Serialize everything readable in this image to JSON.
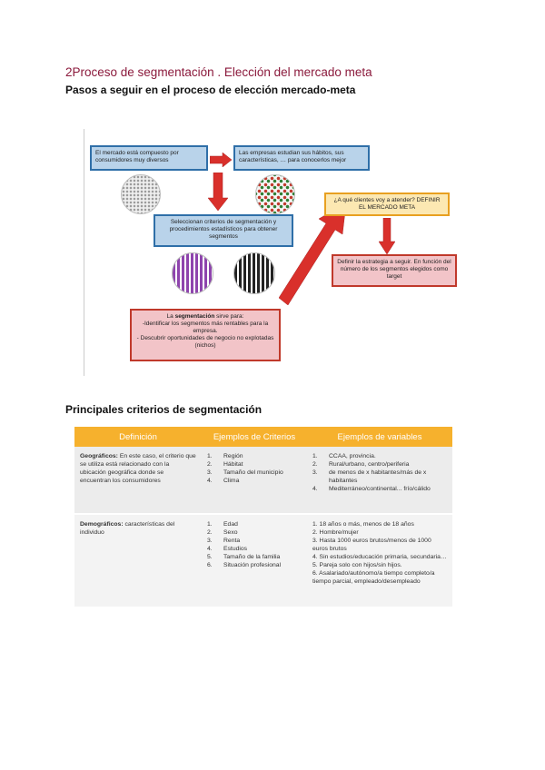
{
  "header": {
    "title": "2Proceso de segmentación . Elección del mercado meta",
    "subtitle": "Pasos a seguir en el proceso de elección mercado-meta"
  },
  "diagram": {
    "box1": "El mercado está compuesto por consumidores muy diversos",
    "box2": "Las empresas estudian sus hábitos, sus características, … para conocerlos mejor",
    "box3": "Seleccionan criterios de segmentación y procedimientos estadísticos para obtener segmentos",
    "box4_lead": "La",
    "box4_bold": "segmentación",
    "box4_rest": "sirve para:",
    "box4_line2": "-Identificar los segmentos más rentables para la empresa.",
    "box4_line3": "- Descubrir oportunidades de negocio no explotadas (nichos)",
    "box5": "¿A qué clientes voy a atender? DEFINIR EL MERCADO META",
    "box6": "Definir la estrategia a seguir. En función del número de los segmentos elegidos como target"
  },
  "criteria": {
    "title": "Principales criterios de segmentación",
    "headers": [
      "Definición",
      "Ejemplos de Criterios",
      "Ejemplos de variables"
    ],
    "geo_label": "Geográficos:",
    "geo_def": " En este caso, el criterio que se utiliza está relacionado con la ubicación geográfica donde se encuentran los consumidores",
    "geo_criteria": [
      "Región",
      "Hábitat",
      "Tamaño del municipio",
      "Clima"
    ],
    "geo_vars": [
      "CCAA, provincia.",
      "Rural/urbano, centro/periferia",
      "de menos de x habitantes/más de x habitantes",
      "Mediterráneo/continental... frío/cálido"
    ],
    "demo_label": "Demográficos:",
    "demo_def": " características del individuo",
    "demo_criteria": [
      "Edad",
      "Sexo",
      "Renta",
      "Estudios",
      "Tamaño de la familia",
      "Situación profesional"
    ],
    "demo_vars": [
      "1. 18 años o más, menos de 18 años",
      "2. Hombre/mujer",
      "3. Hasta 1000 euros brutos/menos de 1000 euros brutos",
      "4. Sin estudios/educación primaria, secundaria…",
      "5. Pareja solo con hijos/sin hijos.",
      "6. Asalariado/autónomo/a tiempo completo/a tiempo parcial, empleado/desempleado"
    ]
  }
}
